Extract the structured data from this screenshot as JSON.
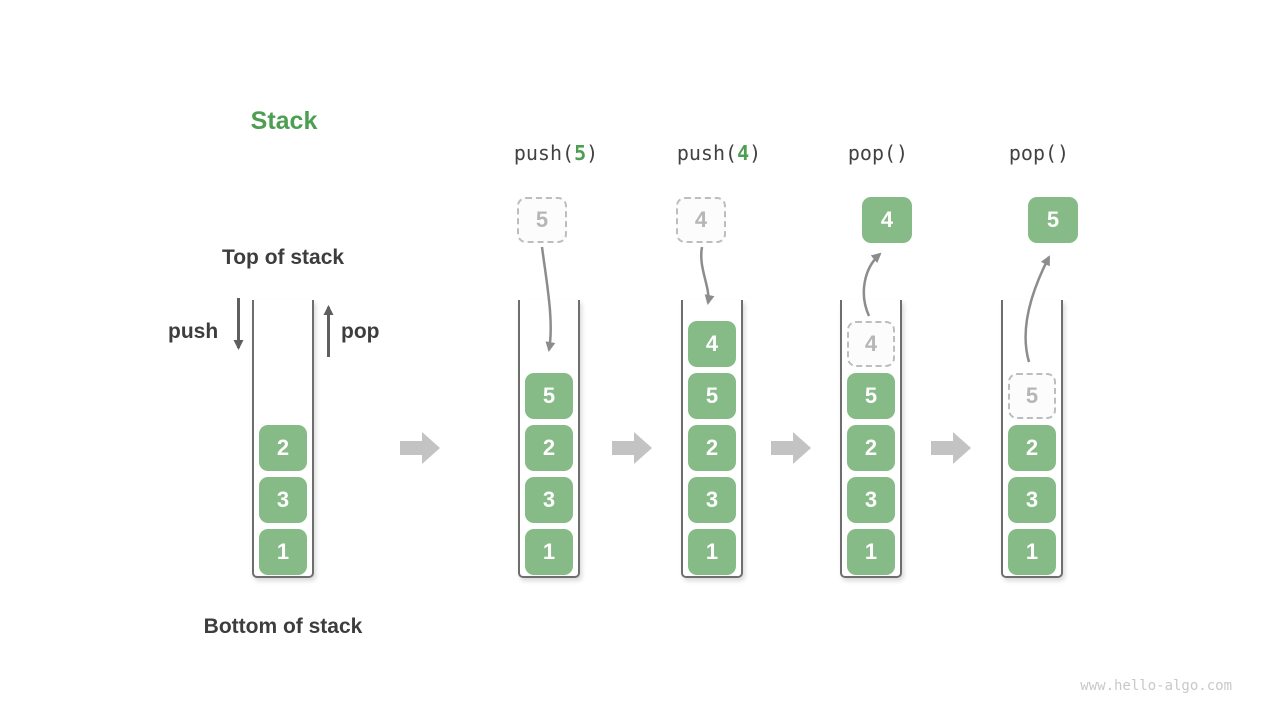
{
  "title": "Stack",
  "labels": {
    "top_of_stack": "Top of stack",
    "bottom_of_stack": "Bottom of stack",
    "push": "push",
    "pop": "pop"
  },
  "watermark": "www.hello-algo.com",
  "colors": {
    "accent_green": "#4c9e52",
    "box_green": "#86ba86",
    "dark_text": "#3d3d3d",
    "wall_gray": "#6e6e6e",
    "flow_arrow_gray": "#c3c3c3",
    "curve_arrow_gray": "#8c8c8c",
    "ghost_gray": "#b6b6b6"
  },
  "operations": [
    {
      "prefix": "push(",
      "arg": "5",
      "suffix": ")"
    },
    {
      "prefix": "push(",
      "arg": "4",
      "suffix": ")"
    },
    {
      "prefix": "pop()",
      "arg": "",
      "suffix": ""
    },
    {
      "prefix": "pop()",
      "arg": "",
      "suffix": ""
    }
  ],
  "stacks": [
    {
      "name": "stack-initial",
      "cells": [
        {
          "value": "1",
          "slot": 1
        },
        {
          "value": "3",
          "slot": 2
        },
        {
          "value": "2",
          "slot": 3
        }
      ]
    },
    {
      "name": "stack-after-push-5",
      "cells": [
        {
          "value": "1",
          "slot": 1
        },
        {
          "value": "3",
          "slot": 2
        },
        {
          "value": "2",
          "slot": 3
        },
        {
          "value": "5",
          "slot": 4
        }
      ],
      "float": {
        "value": "5",
        "ghost": true
      }
    },
    {
      "name": "stack-after-push-4",
      "cells": [
        {
          "value": "1",
          "slot": 1
        },
        {
          "value": "3",
          "slot": 2
        },
        {
          "value": "2",
          "slot": 3
        },
        {
          "value": "5",
          "slot": 4
        },
        {
          "value": "4",
          "slot": 5
        }
      ],
      "float": {
        "value": "4",
        "ghost": true
      }
    },
    {
      "name": "stack-after-pop-4",
      "cells": [
        {
          "value": "1",
          "slot": 1
        },
        {
          "value": "3",
          "slot": 2
        },
        {
          "value": "2",
          "slot": 3
        },
        {
          "value": "5",
          "slot": 4
        },
        {
          "value": "4",
          "slot": 5,
          "ghost": true
        }
      ],
      "float": {
        "value": "4",
        "ghost": false
      }
    },
    {
      "name": "stack-after-pop-5",
      "cells": [
        {
          "value": "1",
          "slot": 1
        },
        {
          "value": "3",
          "slot": 2
        },
        {
          "value": "2",
          "slot": 3
        },
        {
          "value": "5",
          "slot": 4,
          "ghost": true
        }
      ],
      "float": {
        "value": "5",
        "ghost": false
      }
    }
  ]
}
